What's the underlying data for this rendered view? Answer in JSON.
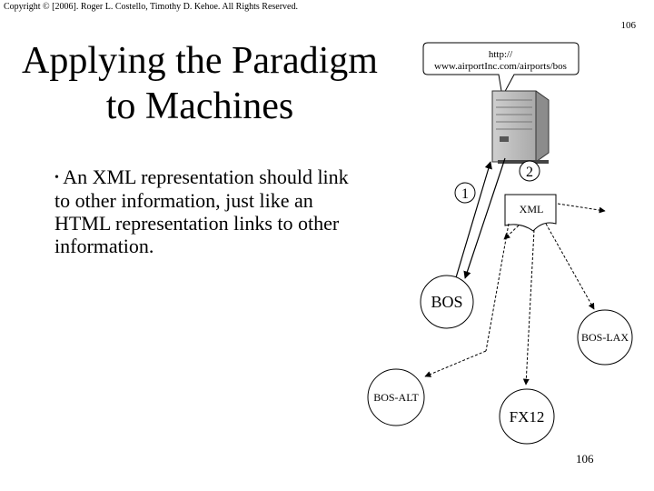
{
  "copyright": "Copyright © [2006]. Roger L. Costello, Timothy D. Kehoe. All Rights Reserved.",
  "page_number": "106",
  "title": {
    "line1": "Applying the Paradigm",
    "line2": "to Machines"
  },
  "bullet": {
    "dot": "•",
    "text": "An XML representation should link to other information, just like an HTML representation links to other information."
  },
  "diagram": {
    "url_line1": "http://",
    "url_line2": "www.airportInc.com/airports/bos",
    "step1": "1",
    "step2": "2",
    "xml_label": "XML",
    "nodes": {
      "bos": "BOS",
      "bos_lax": "BOS-LAX",
      "bos_alt": "BOS-ALT",
      "fx12": "FX12"
    }
  }
}
